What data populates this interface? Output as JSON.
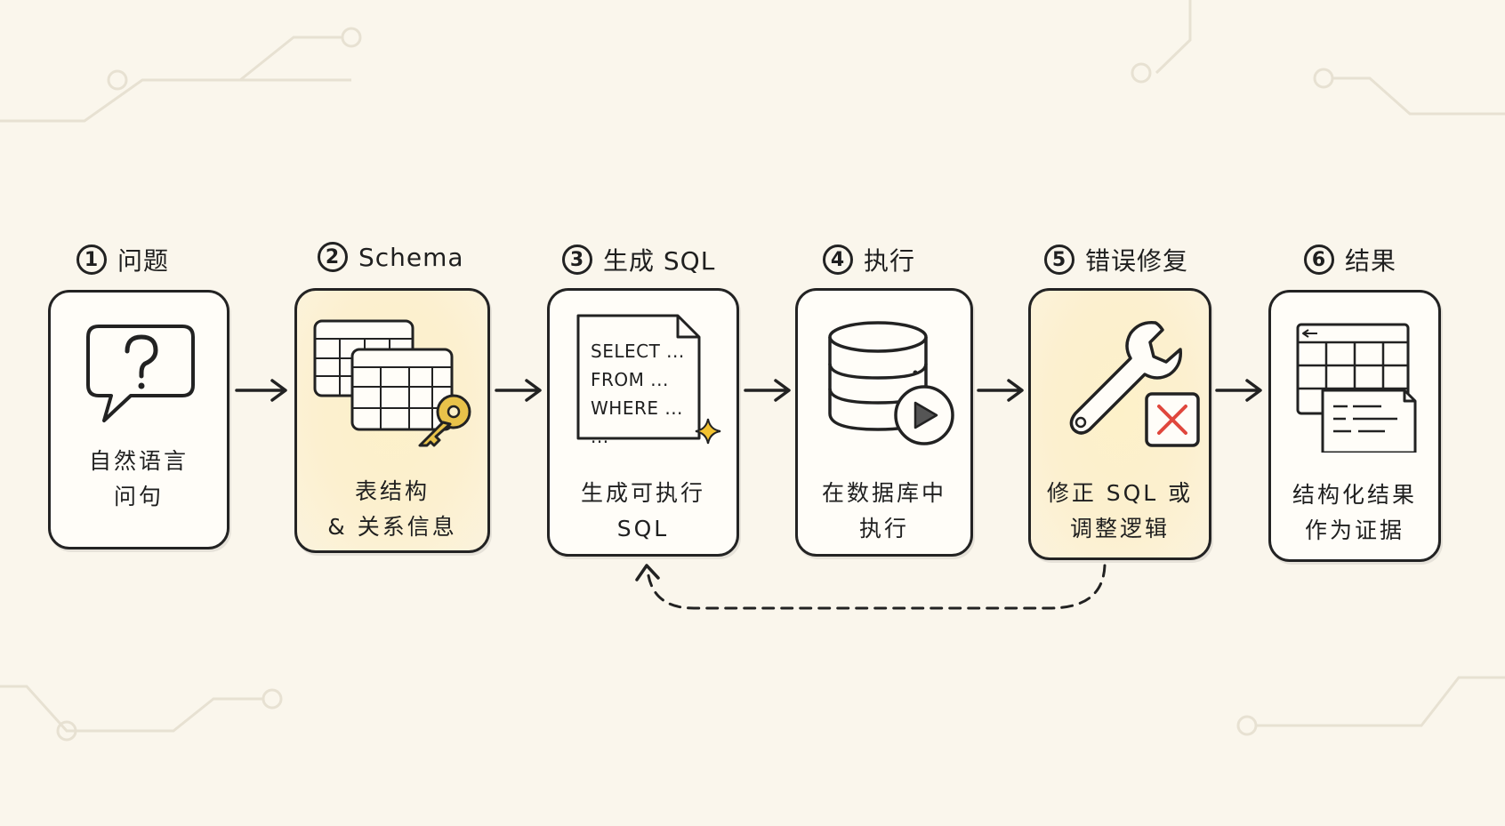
{
  "steps": [
    {
      "number": "1",
      "title": "问题",
      "lines": [
        "自然语言",
        "问句"
      ]
    },
    {
      "number": "2",
      "title": "Schema",
      "lines": [
        "表结构",
        "& 关系信息"
      ]
    },
    {
      "number": "3",
      "title": "生成 SQL",
      "lines": [
        "生成可执行",
        "SQL"
      ],
      "code": [
        "SELECT ...",
        "FROM ...",
        "WHERE ...",
        "..."
      ]
    },
    {
      "number": "4",
      "title": "执行",
      "lines": [
        "在数据库中",
        "执行"
      ]
    },
    {
      "number": "5",
      "title": "错误修复",
      "lines": [
        "修正 SQL 或",
        "调整逻辑"
      ]
    },
    {
      "number": "6",
      "title": "结果",
      "lines": [
        "结构化结果",
        "作为证据"
      ]
    }
  ],
  "icons": [
    "question-bubble-icon",
    "tables-with-key-icon",
    "sql-document-icon",
    "database-play-icon",
    "wrench-error-icon",
    "result-table-icon"
  ],
  "colors": {
    "highlight": "#fcf0cf",
    "key": "#e8c24a",
    "error": "#e0473c",
    "sparkle": "#f2c230"
  }
}
